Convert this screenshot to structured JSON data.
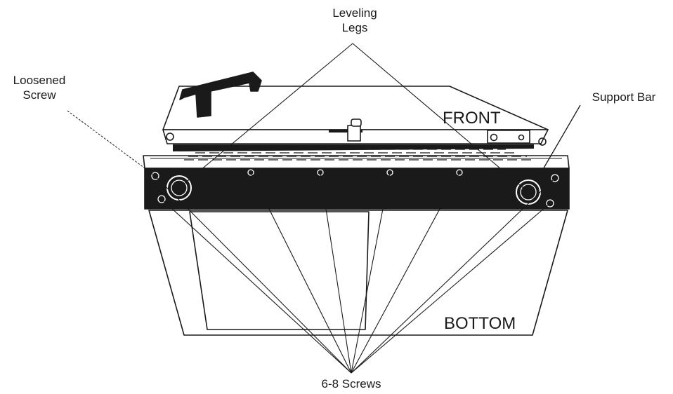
{
  "labels": {
    "leveling_legs_line1": "Leveling",
    "leveling_legs_line2": "Legs",
    "loosened_screw_line1": "Loosened",
    "loosened_screw_line2": "Screw",
    "support_bar": "Support Bar",
    "front": "FRONT",
    "bottom": "BOTTOM",
    "screws": "6-8 Screws"
  },
  "colors": {
    "ink": "#1a1a1a",
    "paper": "#ffffff"
  }
}
